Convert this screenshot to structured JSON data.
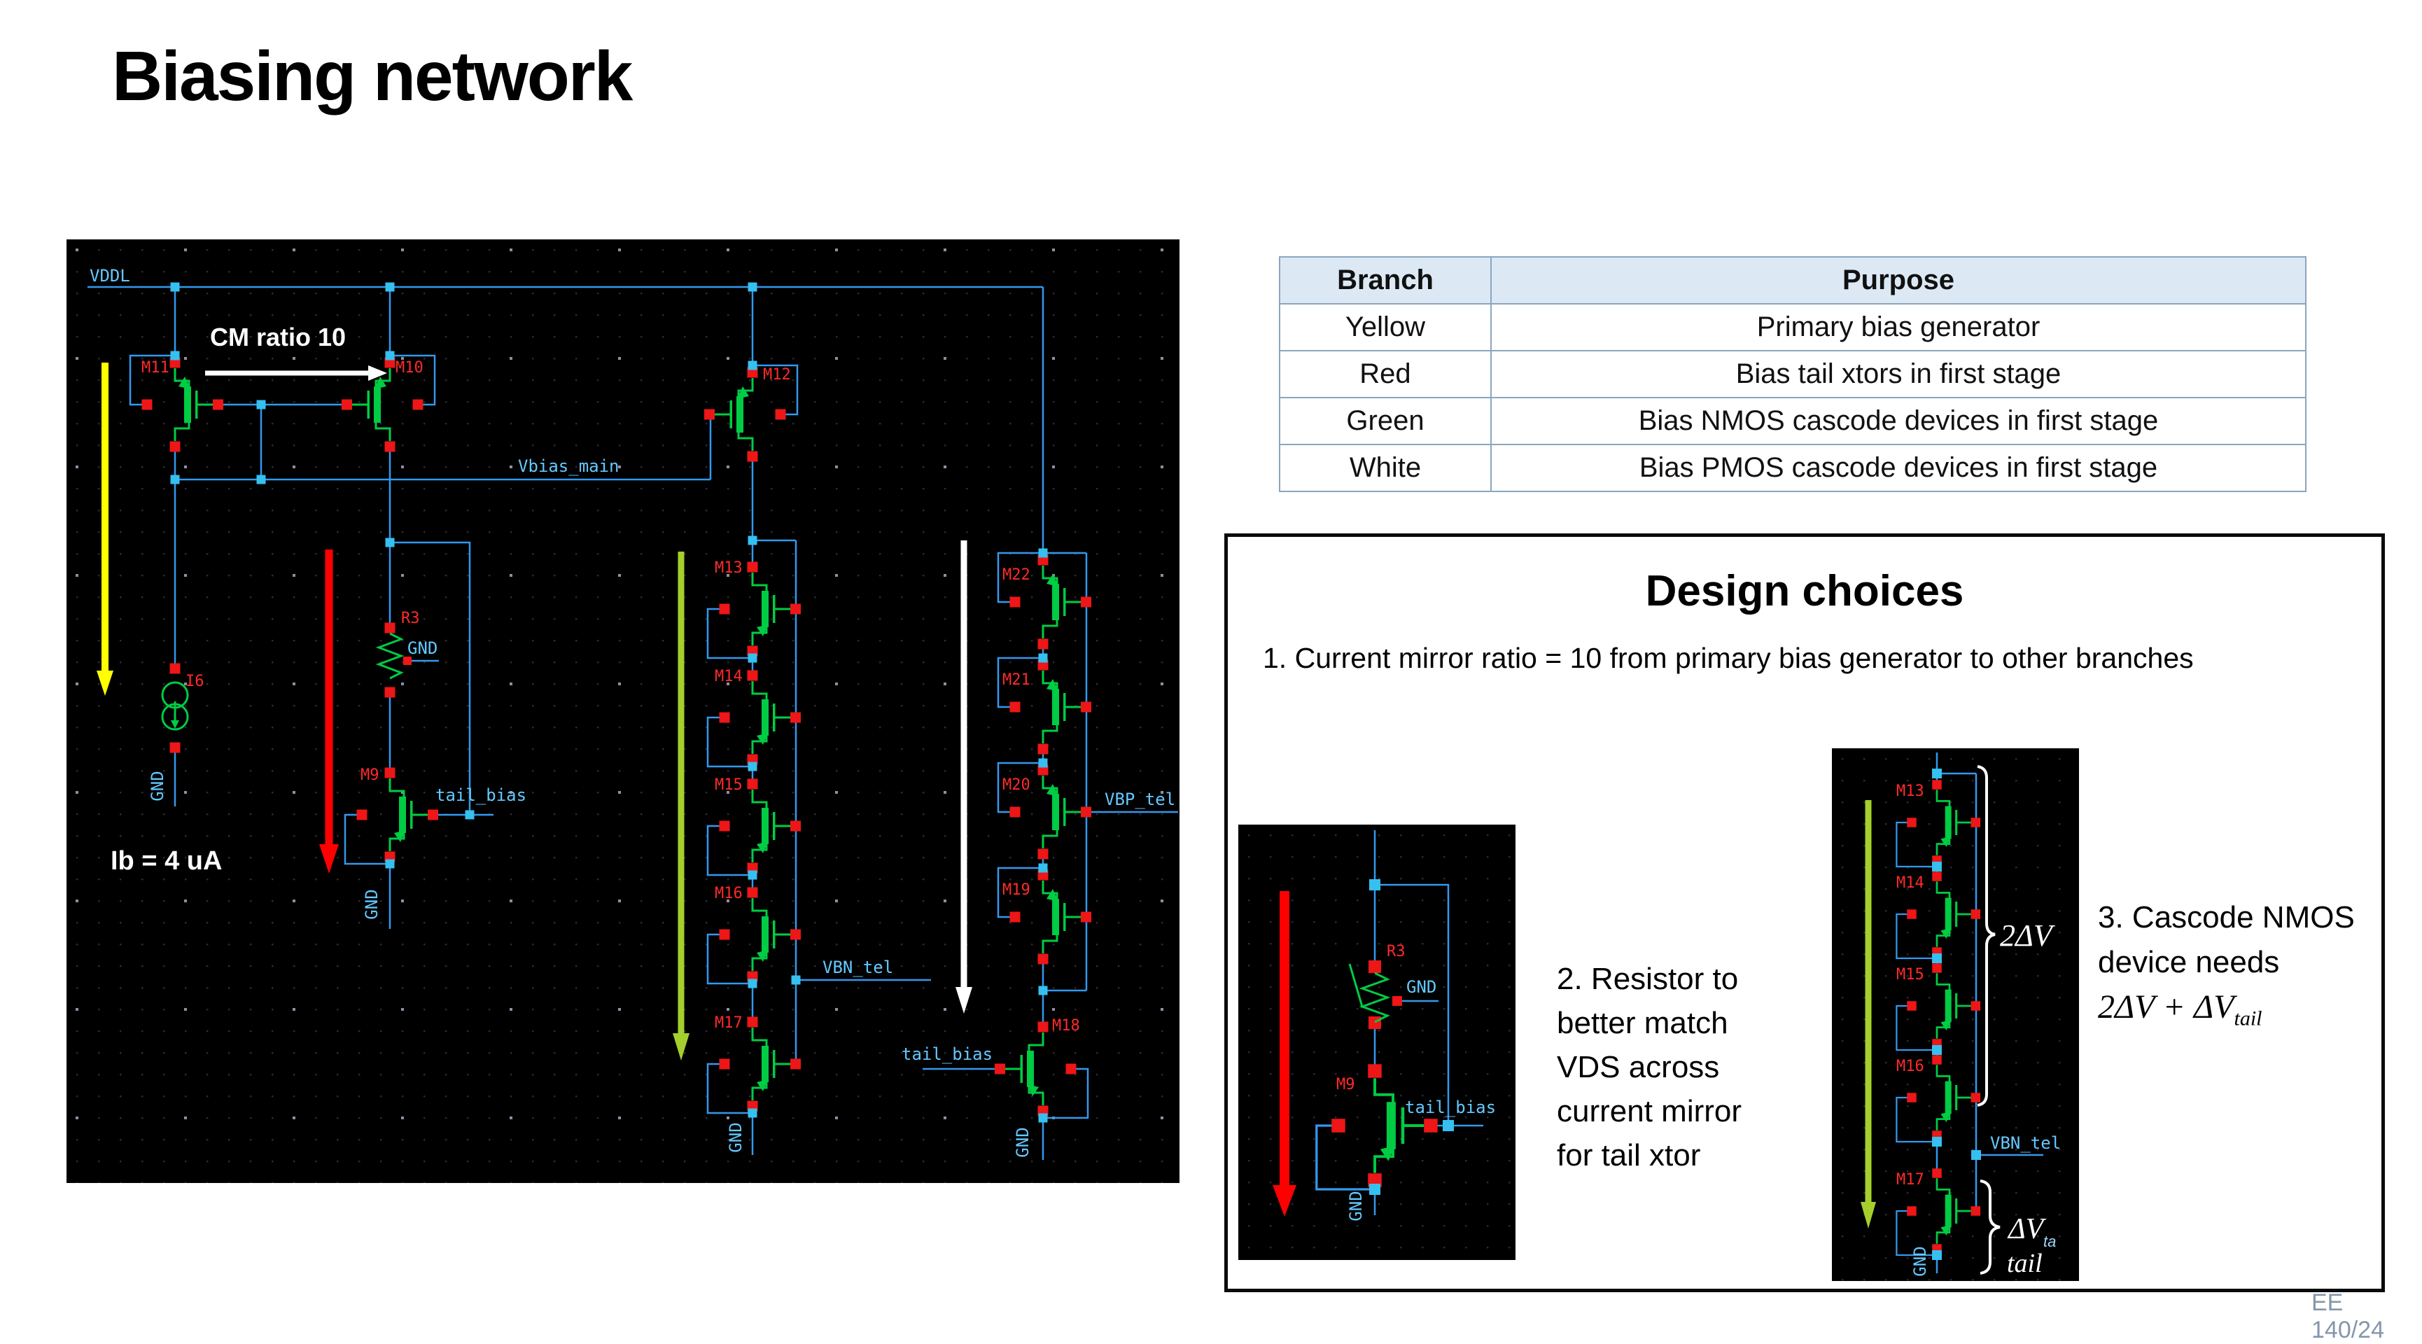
{
  "slide": {
    "title": "Biasing network",
    "footer": "EE 140/24"
  },
  "table": {
    "headers": [
      "Branch",
      "Purpose"
    ],
    "rows": [
      [
        "Yellow",
        "Primary bias generator"
      ],
      [
        "Red",
        "Bias tail xtors in first stage"
      ],
      [
        "Green",
        "Bias NMOS cascode devices in first stage"
      ],
      [
        "White",
        "Bias PMOS cascode devices in first stage"
      ]
    ]
  },
  "schematic": {
    "nets": {
      "vddl": "VDDL",
      "vbias_main": "Vbias_main",
      "gnd": "GND",
      "tail_bias": "tail_bias",
      "vbn_tel": "VBN_tel",
      "vbp_tel": "VBP_tel"
    },
    "devices": {
      "m9": "M9",
      "m10": "M10",
      "m11": "M11",
      "m12": "M12",
      "m13": "M13",
      "m14": "M14",
      "m15": "M15",
      "m16": "M16",
      "m17": "M17",
      "m18": "M18",
      "m19": "M19",
      "m20": "M20",
      "m21": "M21",
      "m22": "M22",
      "r3": "R3",
      "i6": "I6"
    },
    "annotations": {
      "cm_ratio": "CM ratio 10",
      "ib": "Ib = 4 uA"
    },
    "colors": {
      "wire": "#3399ee",
      "device": "#00cc44",
      "pin": "#ee1616",
      "junction": "#35c0f0",
      "net_label": "#63c9ff",
      "ref_label": "#ff2a2a",
      "bg": "#000000",
      "arrow_yellow": "#ffff00",
      "arrow_red": "#ff0000",
      "arrow_green": "#a4cf2c",
      "arrow_white": "#ffffff"
    }
  },
  "design_box": {
    "title": "Design choices",
    "item1": "1. Current mirror ratio = 10 from primary bias generator to other branches",
    "item2_lines": [
      "2. Resistor to",
      "better match",
      "VDS across",
      "current mirror",
      "for tail xtor"
    ],
    "item3_lines": [
      "3. Cascode NMOS",
      "device needs"
    ],
    "item3_formula": {
      "main": "2ΔV + ΔV",
      "sub": "tail"
    },
    "bracket_2dv": "2ΔV",
    "bracket_dv": "ΔV",
    "bracket_dv_sub": "ta",
    "bracket_tail": "tail"
  }
}
